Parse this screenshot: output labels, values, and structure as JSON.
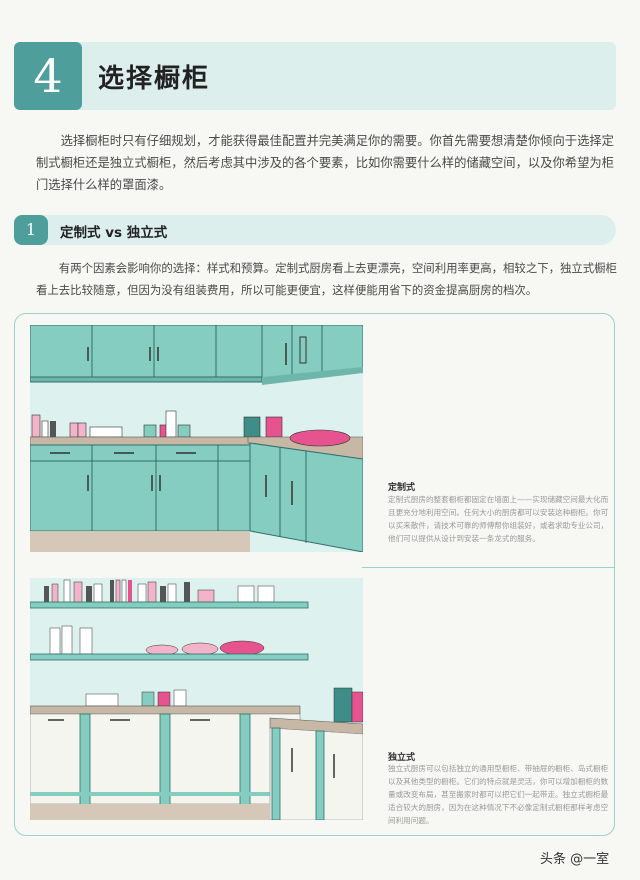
{
  "chapter": {
    "number": "4",
    "title": "选择橱柜",
    "intro": "选择橱柜时只有仔细规划，才能获得最佳配置并完美满足你的需要。你首先需要想清楚你倾向于选择定制式橱柜还是独立式橱柜，然后考虑其中涉及的各个要素，比如你需要什么样的储藏空间，以及你希望为柜门选择什么样的罩面漆。"
  },
  "section": {
    "number": "1",
    "title": "定制式 vs 独立式",
    "text": "有两个因素会影响你的选择：样式和预算。定制式厨房看上去更漂亮，空间利用率更高，相较之下，独立式橱柜看上去比较随意，但因为没有组装费用，所以可能更便宜，这样便能用省下的资金提高厨房的档次。"
  },
  "fitted": {
    "title": "定制式",
    "text": "定制式厨房的整套橱柜都固定在墙面上——实现储藏空间最大化而且更充分地利用空间。任何大小的厨房都可以安装这种橱柜。你可以买来散件，请技术可靠的师傅帮你组装好，或者求助专业公司，他们可以提供从设计到安装一条龙式的服务。"
  },
  "freestanding": {
    "title": "独立式",
    "text": "独立式厨房可以包括独立的通用型橱柜、带抽屉的橱柜、岛式橱柜以及其他类型的橱柜。它们的特点就是灵活，你可以增加橱柜的数量或改变布局，甚至搬家时都可以把它们一起带走。独立式橱柜最适合较大的厨房，因为在这种情况下不必像定制式橱柜那样考虑空间利用问题。"
  },
  "watermark": "头条 @一室",
  "colors": {
    "teal_dark": "#4e9e9b",
    "teal_light": "#dcefed",
    "cabinet_teal": "#84cdc0",
    "wall_mint": "#ddf2ee",
    "pink": "#e6538f",
    "panel_border": "#9fcfcb"
  }
}
